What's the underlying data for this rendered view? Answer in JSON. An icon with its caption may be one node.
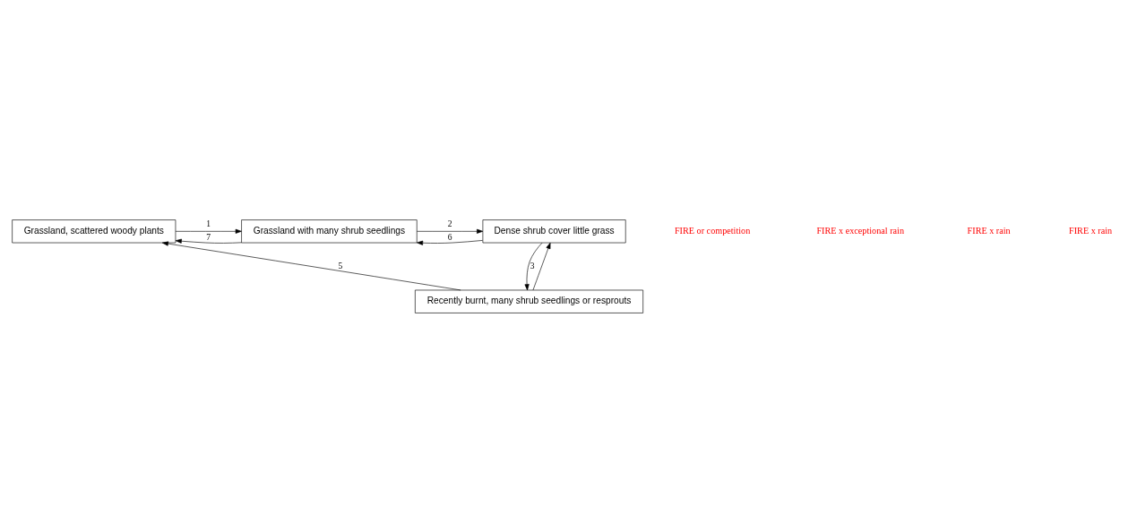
{
  "diagram": {
    "nodes": [
      {
        "text": [
          "Grassland, scattered woody plants"
        ]
      },
      {
        "text": [
          "Grassland with many shrub seedlings"
        ]
      },
      {
        "text": [
          "Dense shrub cover little grass"
        ]
      },
      {
        "text": [
          "Recently burnt, many shrub seedlings or resprouts"
        ]
      }
    ],
    "edges": [
      {
        "from": 0,
        "to": 1,
        "arrow": "to",
        "label": "1"
      },
      {
        "from": 1,
        "to": 0,
        "arrow": "to",
        "label": "7"
      },
      {
        "from": 1,
        "to": 2,
        "arrow": "to",
        "label": "2"
      },
      {
        "from": 2,
        "to": 1,
        "arrow": "to",
        "label": "6"
      },
      {
        "from": 2,
        "to": 3,
        "arrow": "to",
        "label": "3"
      },
      {
        "from": 3,
        "to": 2,
        "arrow": "to"
      },
      {
        "from": 3,
        "to": 0,
        "arrow": "to",
        "label": "5"
      }
    ],
    "labels": [
      "FIRE or competition",
      "FIRE x exceptional rain",
      "FIRE x rain",
      "FIRE x rain"
    ]
  }
}
